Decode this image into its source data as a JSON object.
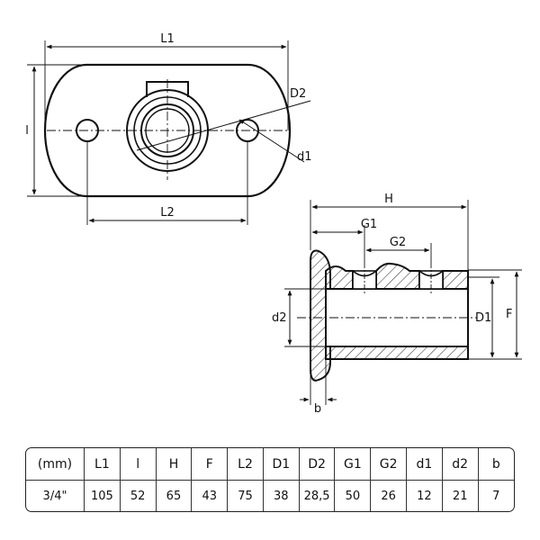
{
  "labels": {
    "L1": "L1",
    "l": "l",
    "L2": "L2",
    "D2": "D2",
    "d1": "d1",
    "H": "H",
    "G1": "G1",
    "G2": "G2",
    "d2": "d2",
    "D1": "D1",
    "F": "F",
    "b": "b"
  },
  "table": {
    "headers": [
      "(mm)",
      "L1",
      "l",
      "H",
      "F",
      "L2",
      "D1",
      "D2",
      "G1",
      "G2",
      "d1",
      "d2",
      "b"
    ],
    "rows": [
      [
        "3/4\"",
        "105",
        "52",
        "65",
        "43",
        "75",
        "38",
        "28,5",
        "50",
        "26",
        "12",
        "21",
        "7"
      ]
    ]
  }
}
